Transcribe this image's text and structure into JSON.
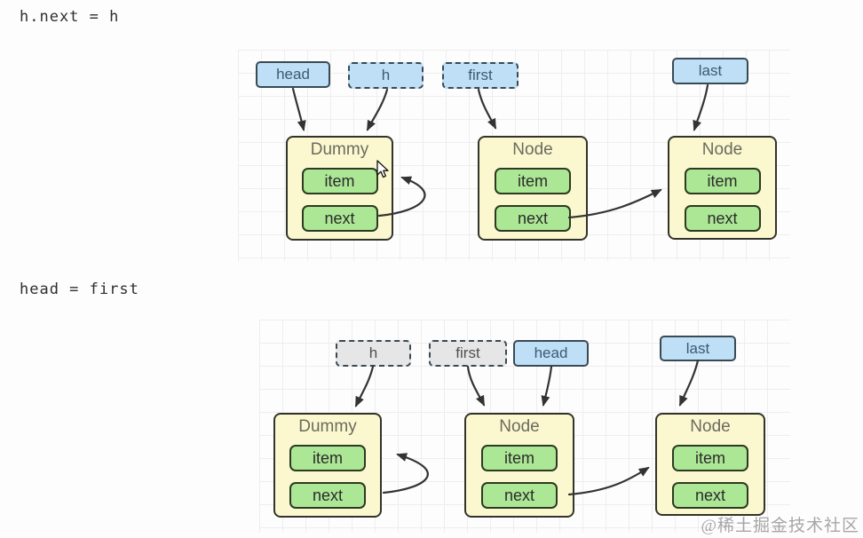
{
  "code_lines": {
    "line1": "h.next = h",
    "line2": "head = first"
  },
  "watermark": "@稀土掘金技术社区",
  "colors": {
    "pointer-blue-fill": "#bedff6",
    "pointer-gray-fill": "#e6e6e6",
    "pointer-border": "#3a4a55",
    "pointer-text-blue": "#3c5a74",
    "pointer-text-gray": "#4f4f4f",
    "node-fill": "#fbf8cf",
    "node-border": "#33332b",
    "node-title-text": "#6b6b60",
    "field-fill": "#ace795",
    "field-border": "#2d3a23",
    "field-text": "#2b2b2b",
    "arrow": "#333333",
    "grid-line": "#ebebeb",
    "code-text": "#2e2e2e",
    "watermark-text": "#a6a6a6",
    "canvas-bg": "#fdfdfd"
  },
  "diagram1": {
    "pointers": [
      {
        "label": "head",
        "style": "solid-blue"
      },
      {
        "label": "h",
        "style": "dashed-blue"
      },
      {
        "label": "first",
        "style": "dashed-blue"
      },
      {
        "label": "last",
        "style": "solid-blue"
      }
    ],
    "nodes": [
      {
        "title": "Dummy",
        "fields": [
          "item",
          "next"
        ]
      },
      {
        "title": "Node",
        "fields": [
          "item",
          "next"
        ]
      },
      {
        "title": "Node",
        "fields": [
          "item",
          "next"
        ]
      }
    ]
  },
  "diagram2": {
    "pointers": [
      {
        "label": "h",
        "style": "dashed-gray"
      },
      {
        "label": "first",
        "style": "dashed-gray"
      },
      {
        "label": "head",
        "style": "solid-blue"
      },
      {
        "label": "last",
        "style": "solid-blue"
      }
    ],
    "nodes": [
      {
        "title": "Dummy",
        "fields": [
          "item",
          "next"
        ]
      },
      {
        "title": "Node",
        "fields": [
          "item",
          "next"
        ]
      },
      {
        "title": "Node",
        "fields": [
          "item",
          "next"
        ]
      }
    ]
  }
}
